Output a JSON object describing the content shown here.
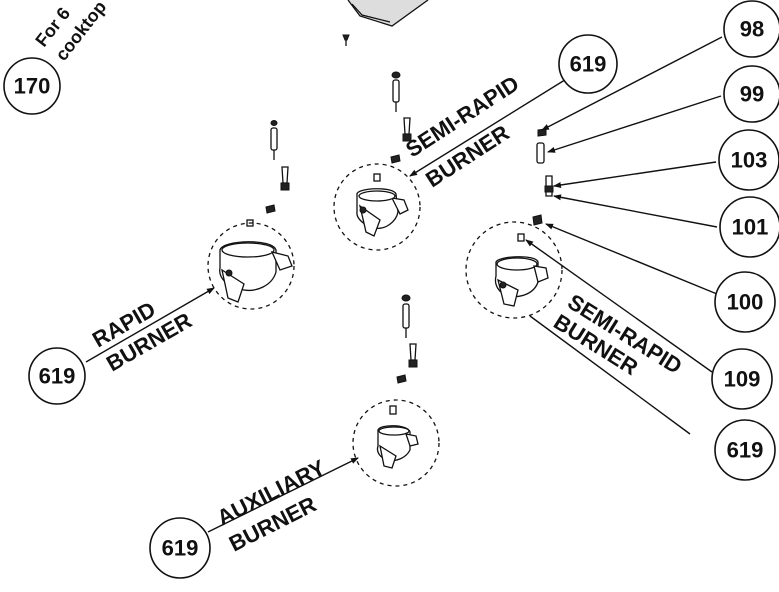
{
  "top_note": "For 6 ... cooktop",
  "top_note_line1": "For 6",
  "top_note_line2": "cooktop",
  "callouts": {
    "c170": "170",
    "c98": "98",
    "c99": "99",
    "c103": "103",
    "c101": "101",
    "c100": "100",
    "c109": "109",
    "c619_semirapid_top": "619",
    "c619_rapid": "619",
    "c619_semirapid_right": "619",
    "c619_auxiliary": "619"
  },
  "labels": {
    "semi_rapid_top_line1": "SEMI-RAPID",
    "semi_rapid_top_line2": "BURNER",
    "rapid_line1": "RAPID",
    "rapid_line2": "BURNER",
    "semi_rapid_right_line1": "SEMI-RAPID",
    "semi_rapid_right_line2": "BURNER",
    "auxiliary_line1": "AUXILIARY",
    "auxiliary_line2": "BURNER"
  }
}
